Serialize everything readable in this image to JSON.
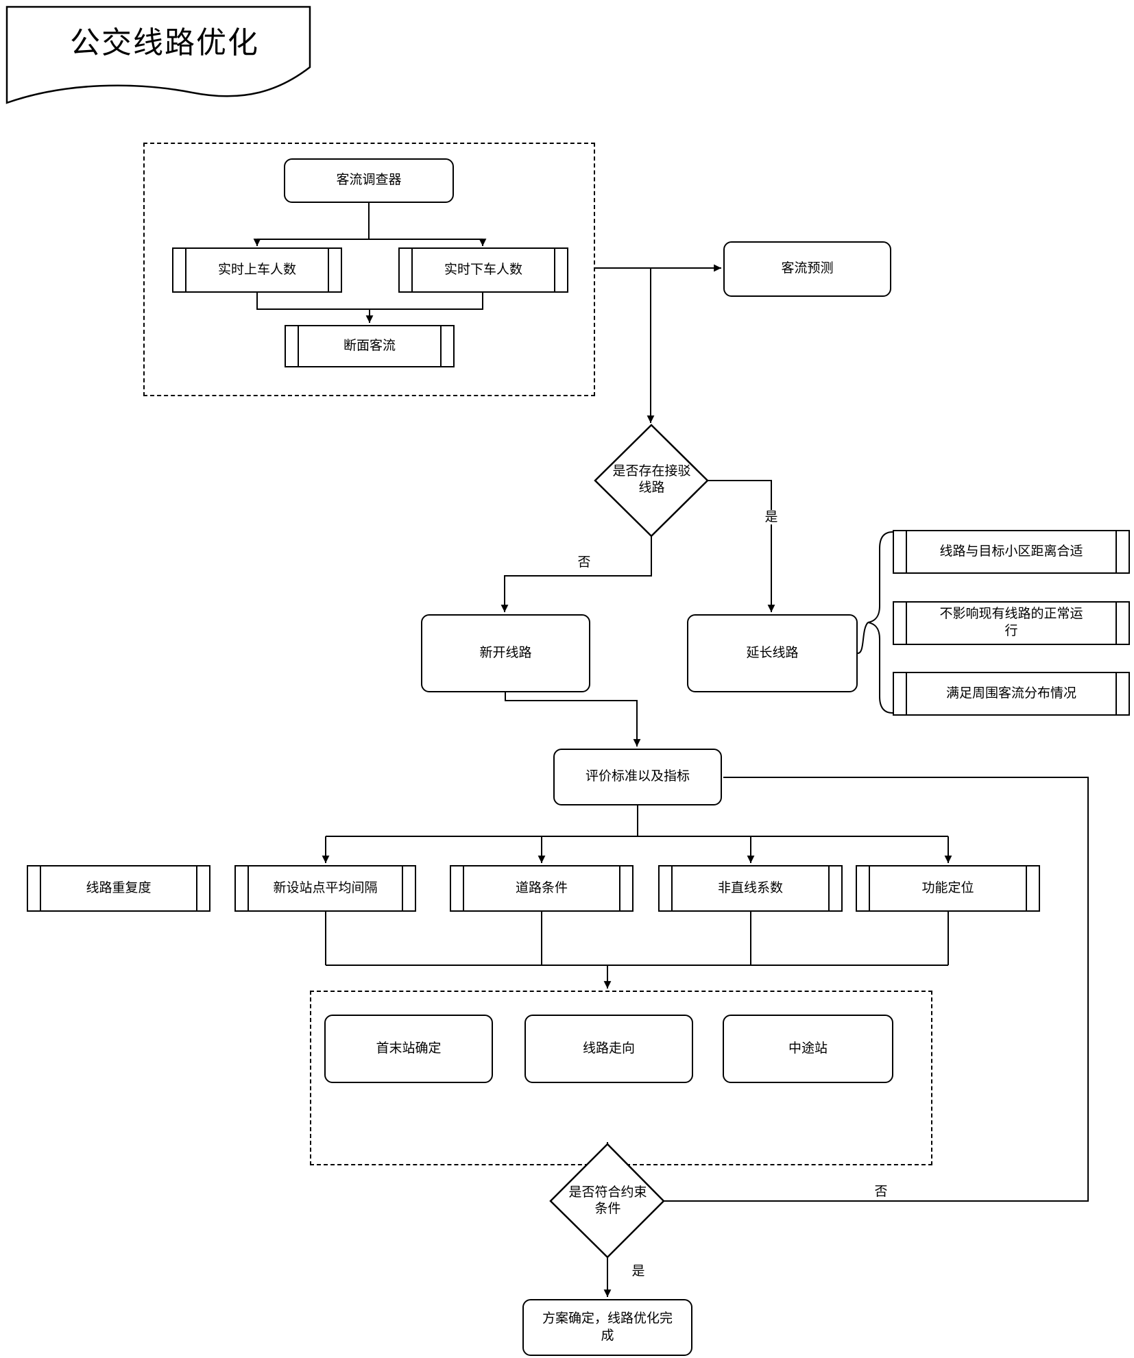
{
  "page": {
    "title": "公交线路优化"
  },
  "survey_group": {
    "collector": "客流调查器",
    "boarding": "实时上车人数",
    "alighting": "实时下车人数",
    "section_flow": "断面客流"
  },
  "forecast": "客流预测",
  "feeder_decision": {
    "label": "是否存在接驳线路",
    "no": "否",
    "yes": "是"
  },
  "routes": {
    "new_route": "新开线路",
    "extend_route": "延长线路"
  },
  "extend_conditions": [
    "线路与目标小区距离合适",
    "不影响现有线路的正常运行",
    "满足周围客流分布情况"
  ],
  "evaluation": "评价标准以及指标",
  "criteria": [
    "线路重复度",
    "新设站点平均间隔",
    "道路条件",
    "非直线系数",
    "功能定位"
  ],
  "design_group": [
    "首末站确定",
    "线路走向",
    "中途站"
  ],
  "constraint_decision": {
    "label": "是否符合约束条件",
    "no": "否",
    "yes": "是"
  },
  "final_node": "方案确定，线路优化完成",
  "colors": {
    "stroke": "#000000",
    "background": "#ffffff"
  }
}
